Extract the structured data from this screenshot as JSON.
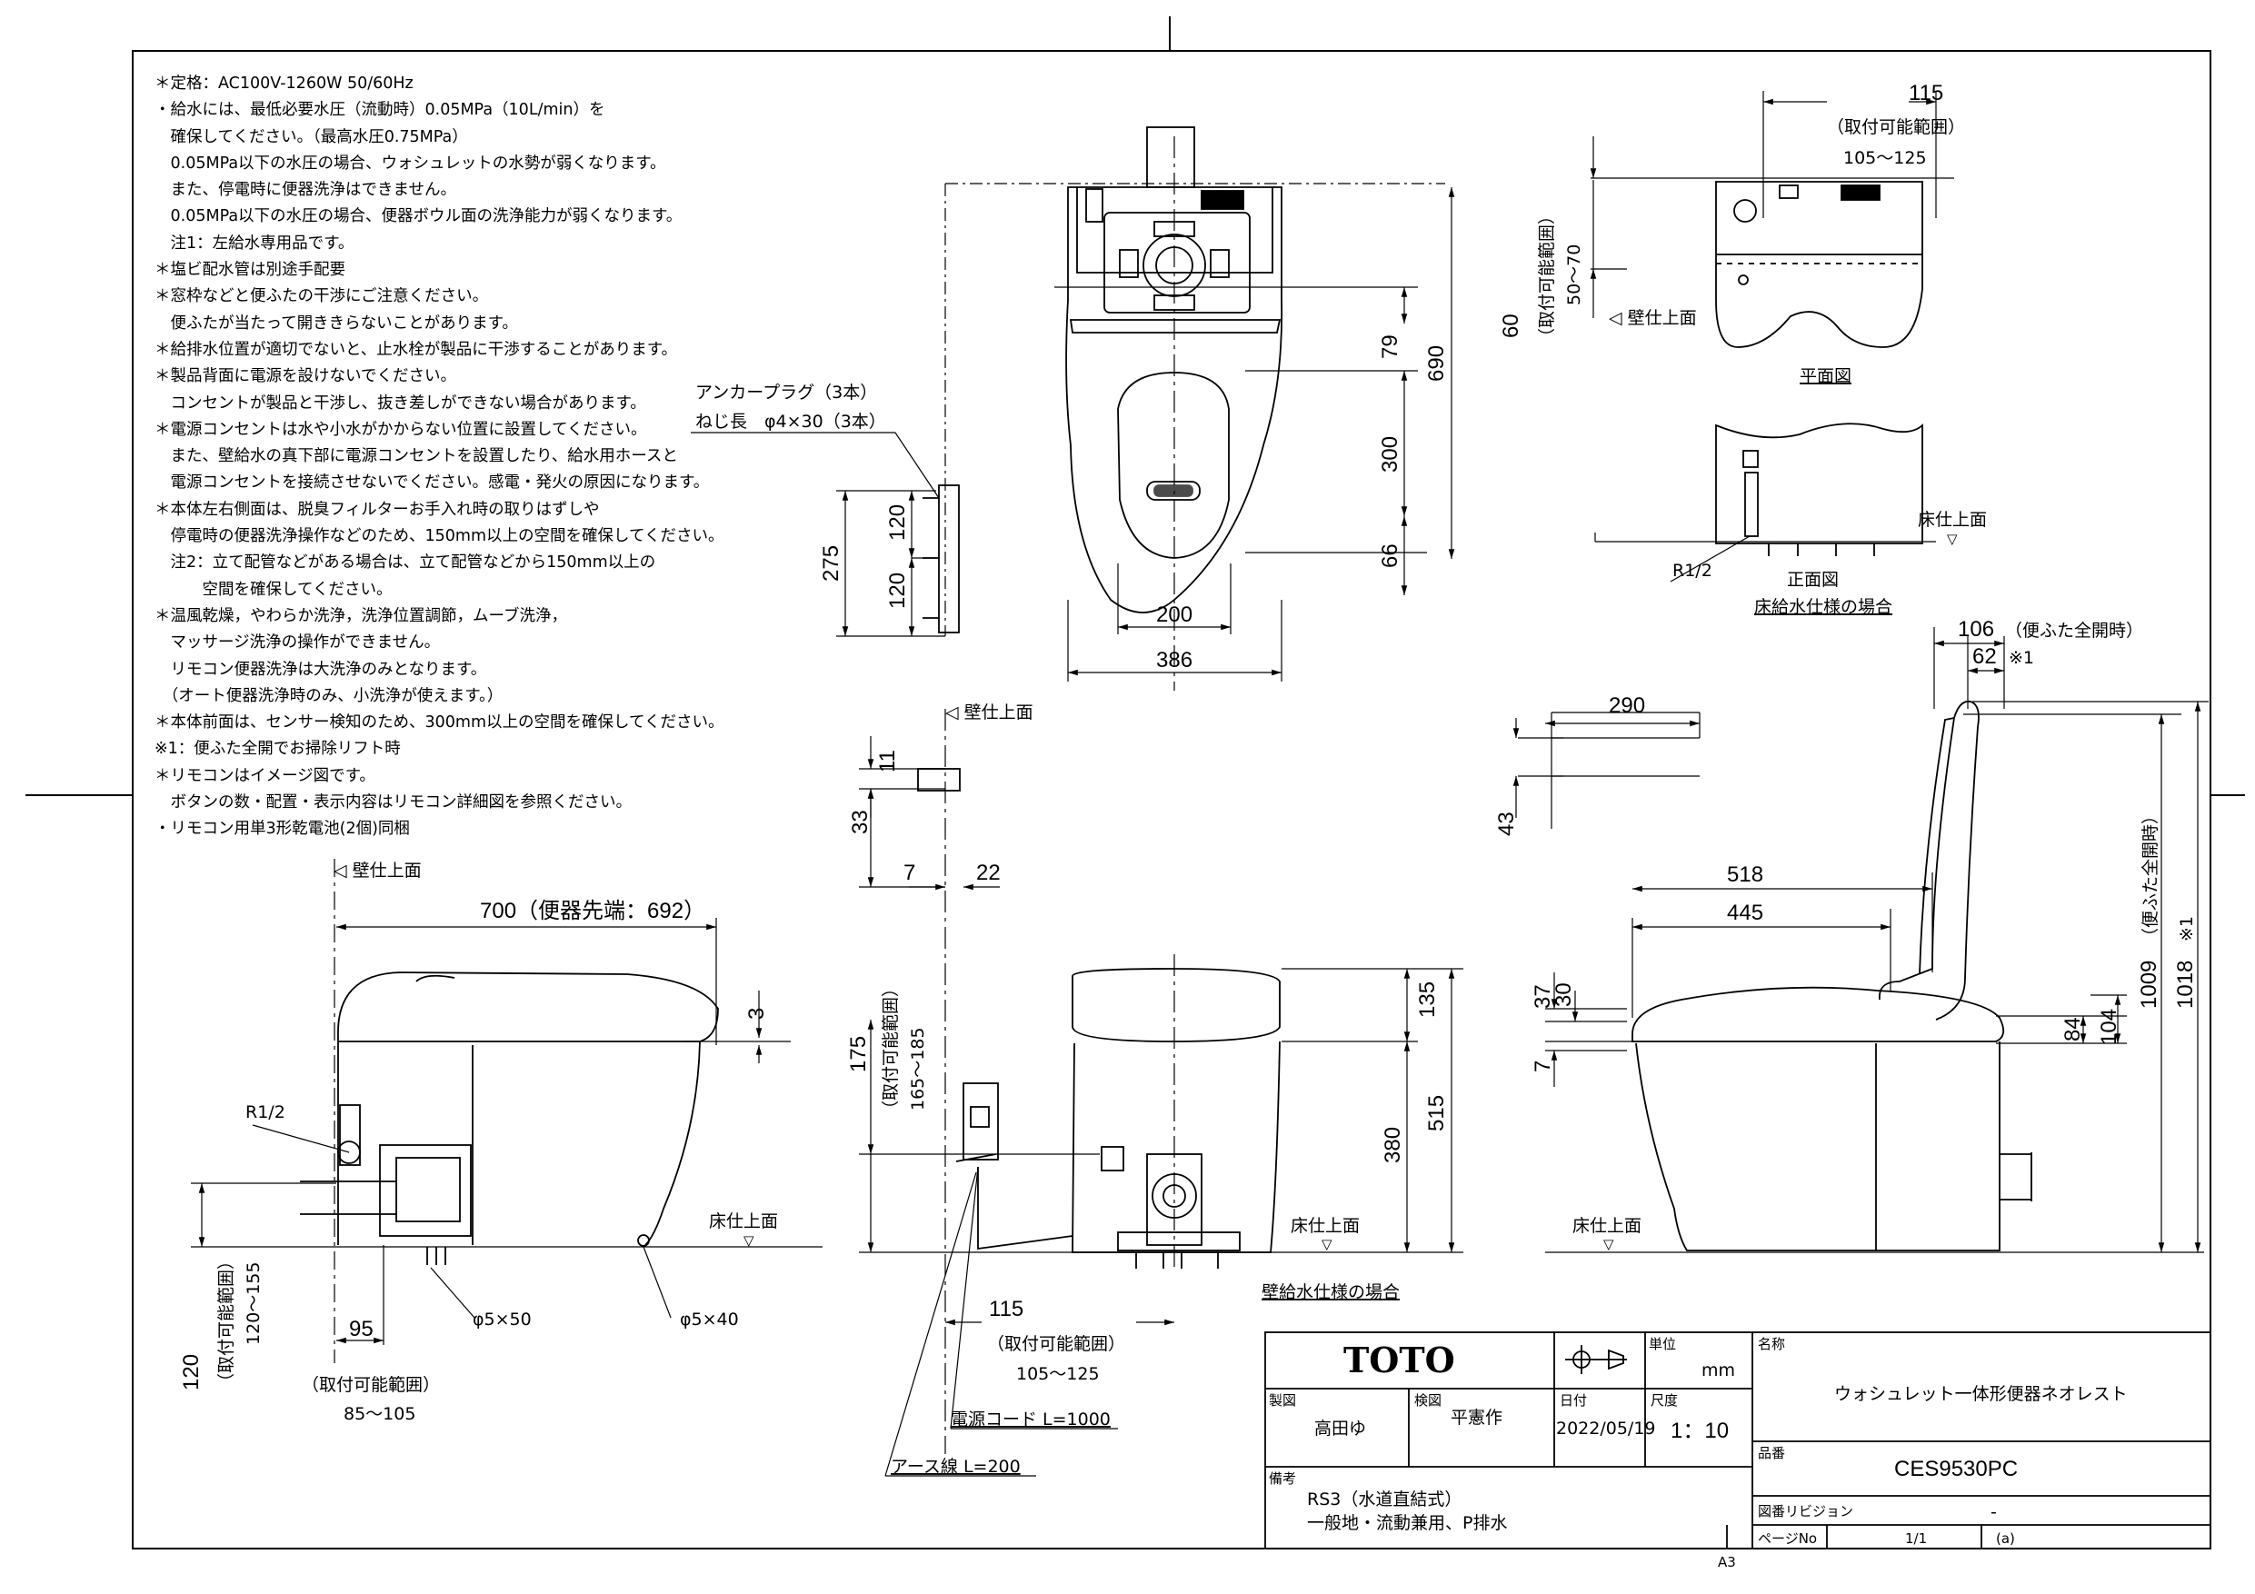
{
  "notes": [
    "＊定格：AC100V-1260W 50/60Hz",
    "・給水には、最低必要水圧（流動時）0.05MPa（10L/min）を",
    "　確保してください。（最高水圧0.75MPa）",
    "　0.05MPa以下の水圧の場合、ウォシュレットの水勢が弱くなります。",
    "　また、停電時に便器洗浄はできません。",
    "　0.05MPa以下の水圧の場合、便器ボウル面の洗浄能力が弱くなります。",
    "　注1：左給水専用品です。",
    "＊塩ビ配水管は別途手配要",
    "＊窓枠などと便ふたの干渉にご注意ください。",
    "　便ふたが当たって開ききらないことがあります。",
    "＊給排水位置が適切でないと、止水栓が製品に干渉することがあります。",
    "＊製品背面に電源を設けないでください。",
    "　コンセントが製品と干渉し、抜き差しができない場合があります。",
    "＊電源コンセントは水や小水がかからない位置に設置してください。",
    "　また、壁給水の真下部に電源コンセントを設置したり、給水用ホースと",
    "　電源コンセントを接続させないでください。感電・発火の原因になります。",
    "＊本体左右側面は、脱臭フィルターお手入れ時の取りはずしや",
    "　停電時の便器洗浄操作などのため、150mm以上の空間を確保してください。",
    "　注2：立て配管などがある場合は、立て配管などから150mm以上の",
    "　　　空間を確保してください。",
    "＊温風乾燥，やわらか洗浄，洗浄位置調節，ムーブ洗浄，",
    "　マッサージ洗浄の操作ができません。",
    "　リモコン便器洗浄は大洗浄のみとなります。",
    "　（オート便器洗浄時のみ、小洗浄が使えます。）",
    "＊本体前面は、センサー検知のため、300mm以上の空間を確保してください。",
    "※1：便ふた全開でお掃除リフト時",
    "＊リモコンはイメージ図です。",
    "　ボタンの数・配置・表示内容はリモコン詳細図を参照ください。",
    "・リモコン用単3形乾電池(2個)同梱"
  ],
  "labels": {
    "wall_top": "壁仕上面",
    "floor_top": "床仕上面",
    "anchor1": "アンカープラグ（3本）",
    "anchor2": "ねじ長　φ4×30（3本）",
    "range": "取付可能範囲",
    "range_50_70": "50〜70",
    "range_105_125": "105〜125",
    "range_165_185": "165〜185",
    "range_120_155": "120〜155",
    "range_85_105": "85〜105",
    "plan_view": "平面図",
    "front_view": "正面図",
    "floor_supply": "床給水仕様の場合",
    "wall_supply": "壁給水仕様の場合",
    "r12": "R1/2",
    "phi5x50": "φ5×50",
    "phi5x40": "φ5×40",
    "power_cord": "電源コード L=1000",
    "earth_wire": "アース線 L=200",
    "lid_open": "（便ふた全開時）",
    "lid_open_full": "（便ふた全開時）",
    "note_mark": "※1",
    "toilet_tip": "700（便器先端：692）"
  },
  "dims": {
    "d115": "115",
    "d60": "60",
    "d690": "690",
    "d79": "79",
    "d300": "300",
    "d66": "66",
    "d275": "275",
    "d120": "120",
    "d200": "200",
    "d386": "386",
    "d106": "106",
    "d62": "62",
    "d290": "290",
    "d43": "43",
    "d11": "11",
    "d33": "33",
    "d7": "7",
    "d22": "22",
    "d518": "518",
    "d445": "445",
    "d37": "37",
    "d30": "30",
    "d84": "84",
    "d104": "104",
    "d1009": "1009",
    "d1018": "1018",
    "d3": "3",
    "d175": "175",
    "d135": "135",
    "d515": "515",
    "d380": "380",
    "d95": "95"
  },
  "title_block": {
    "brand": "TOTO",
    "unit_label": "単位",
    "unit": "mm",
    "name_label": "名称",
    "name": "ウォシュレット一体形便器ネオレスト",
    "drafter_label": "製図",
    "drafter": "高田ゆ",
    "checker_label": "検図",
    "checker": "平憲作",
    "date_label": "日付",
    "date": "2022/05/19",
    "scale_label": "尺度",
    "scale": "1：10",
    "model_label": "品番",
    "model": "CES9530PC",
    "remarks_label": "備考",
    "remark1": "RS3（水道直結式）",
    "remark2": "一般地・流動兼用、P排水",
    "revision_label": "図番リビジョン",
    "revision": "-",
    "paper": "A3",
    "page_label": "ページNo",
    "page": "1/1",
    "version": "(a)"
  }
}
